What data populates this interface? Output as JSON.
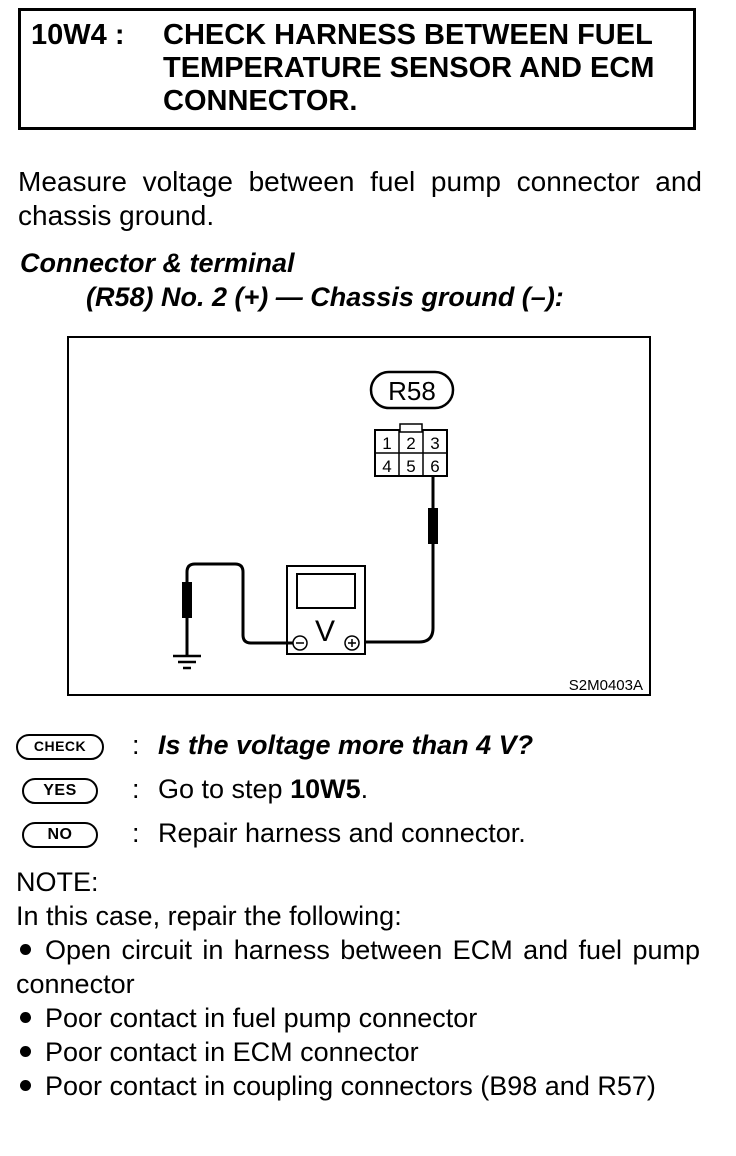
{
  "header": {
    "step_id": "10W4 :",
    "title": "CHECK HARNESS BETWEEN FUEL TEMPERATURE SENSOR AND ECM CONNECTOR."
  },
  "intro": "Measure voltage between fuel pump connector and chassis ground.",
  "connector_terminal": {
    "label": "Connector & terminal",
    "value": "(R58) No. 2 (+) — Chassis ground (–):"
  },
  "figure": {
    "connector_name": "R58",
    "pins_top": [
      "1",
      "2",
      "3"
    ],
    "pins_bottom": [
      "4",
      "5",
      "6"
    ],
    "meter_symbol": "V",
    "figure_code": "S2M0403A"
  },
  "checks": [
    {
      "badge": "CHECK",
      "text": "Is the voltage more than 4 V?"
    },
    {
      "badge": "YES",
      "text_prefix": "Go to step ",
      "text_bold": "10W5",
      "text_suffix": "."
    },
    {
      "badge": "NO",
      "text": "Repair harness and connector."
    }
  ],
  "colon": ":",
  "note": {
    "title": "NOTE:",
    "intro": "In this case, repair the following:",
    "items": [
      "Open circuit in harness between ECM and fuel pump connector",
      "Poor contact in fuel pump connector",
      "Poor contact in ECM connector",
      "Poor contact in coupling connectors (B98 and R57)"
    ]
  }
}
